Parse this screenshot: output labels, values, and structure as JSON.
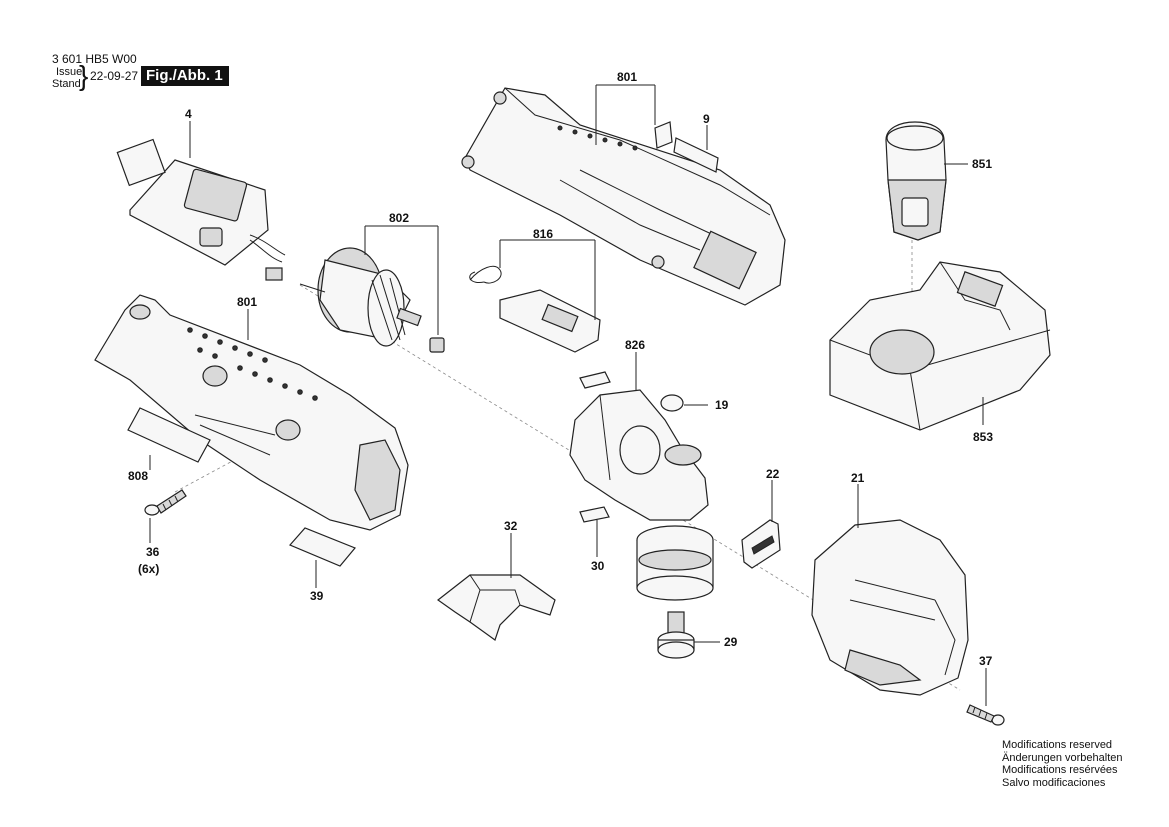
{
  "header": {
    "doc_number": "3 601 HB5 W00",
    "issue_label": "Issue",
    "stand_label": "Stand",
    "date": "22-09-27",
    "figure_label": "Fig./Abb. 1"
  },
  "callouts": {
    "c4": "4",
    "c801_top": "801",
    "c9": "9",
    "c851": "851",
    "c802": "802",
    "c816": "816",
    "c801_left": "801",
    "c826": "826",
    "c19": "19",
    "c853": "853",
    "c808": "808",
    "c22": "22",
    "c21": "21",
    "c36": "36",
    "c36_qty": "(6x)",
    "c32": "32",
    "c30": "30",
    "c39": "39",
    "c29": "29",
    "c37": "37"
  },
  "footer_notes": [
    "Modifications reserved",
    "Änderungen vorbehalten",
    "Modifications resérvées",
    "Salvo modificaciones"
  ]
}
